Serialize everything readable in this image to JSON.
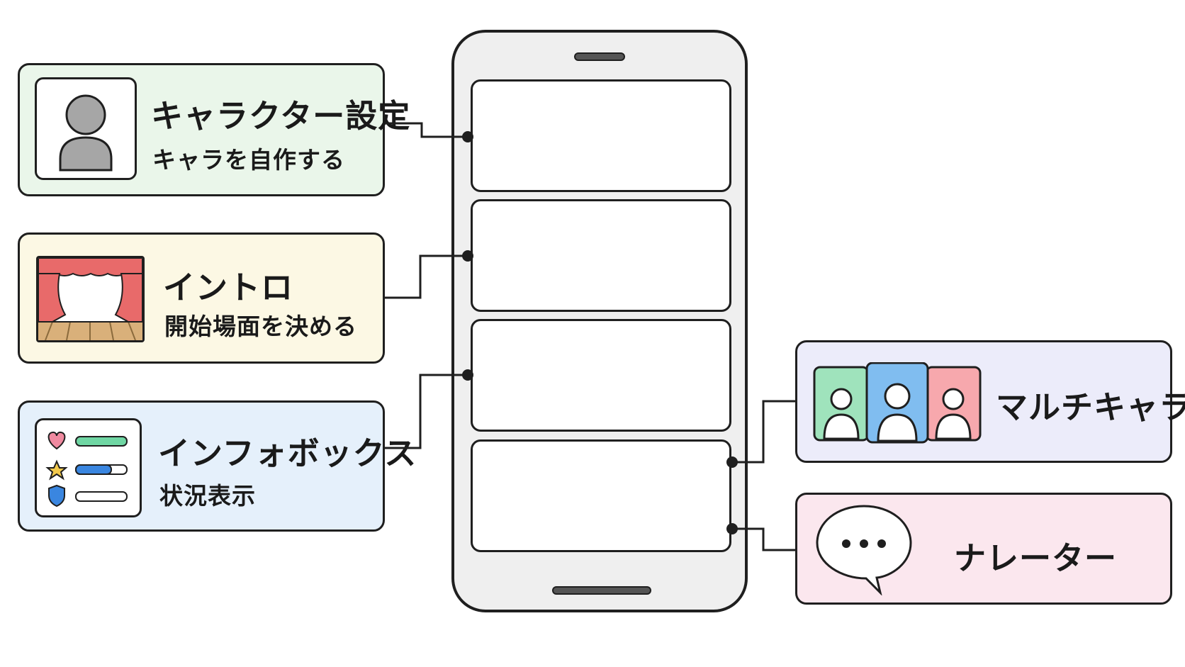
{
  "cards": {
    "character": {
      "title": "キャラクター設定",
      "subtitle": "キャラを自作する",
      "color": "#eaf6ea"
    },
    "intro": {
      "title": "イントロ",
      "subtitle": "開始場面を決める",
      "color": "#fcf8e4"
    },
    "infobox": {
      "title": "インフォボックス",
      "subtitle": "状況表示",
      "color": "#e5f0fb"
    },
    "multichara": {
      "title": "マルチキャラ",
      "color": "#ececfa"
    },
    "narrator": {
      "title": "ナレーター",
      "color": "#fbe7ee"
    }
  },
  "icons": {
    "character": "person-silhouette-icon",
    "intro": "theater-stage-icon",
    "infobox": "status-bars-icon",
    "multichara": "three-people-icon",
    "narrator": "speech-bubble-icon"
  }
}
